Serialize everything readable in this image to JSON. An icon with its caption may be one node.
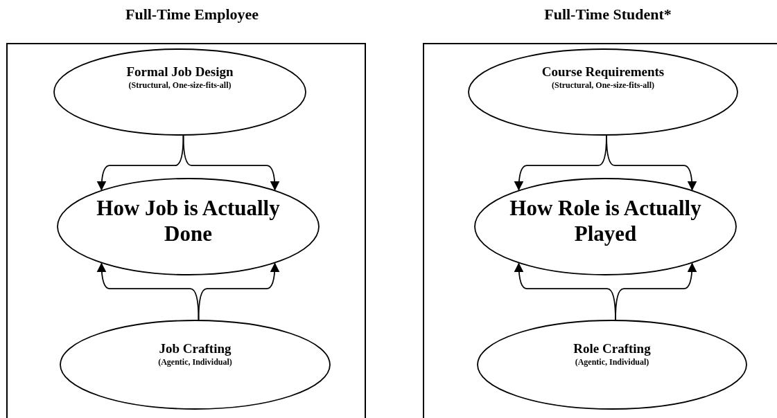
{
  "diagram": {
    "nodes": [
      {
        "text": [
          "Full-Time Employee"
        ]
      },
      {
        "text": [
          "Formal Job Design",
          "(Structural, One-size-fits-all)"
        ],
        "in": 0
      },
      {
        "text": [
          "How Job is Actually Done"
        ],
        "in": 0
      },
      {
        "text": [
          "Job Crafting",
          "(Agentic, Individual)"
        ],
        "in": 0
      },
      {
        "text": [
          "Full-Time Student*"
        ]
      },
      {
        "text": [
          "Course Requirements",
          "(Structural, One-size-fits-all)"
        ],
        "in": 4
      },
      {
        "text": [
          "How Role is Actually Played"
        ],
        "in": 4
      },
      {
        "text": [
          "Role Crafting",
          "(Agentic, Individual)"
        ],
        "in": 4
      }
    ],
    "edges": [
      {
        "from": 1,
        "to": 2,
        "arrow": "to"
      },
      {
        "from": 1,
        "to": 2,
        "arrow": "to"
      },
      {
        "from": 3,
        "to": 2,
        "arrow": "to"
      },
      {
        "from": 3,
        "to": 2,
        "arrow": "to"
      },
      {
        "from": 5,
        "to": 6,
        "arrow": "to"
      },
      {
        "from": 5,
        "to": 6,
        "arrow": "to"
      },
      {
        "from": 7,
        "to": 6,
        "arrow": "to"
      },
      {
        "from": 7,
        "to": 6,
        "arrow": "to"
      }
    ]
  }
}
